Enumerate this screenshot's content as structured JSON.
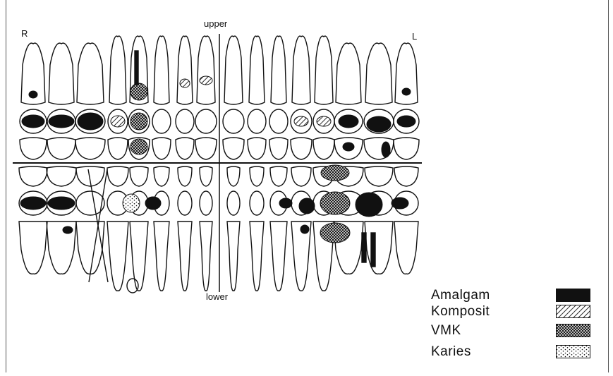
{
  "labels": {
    "upper": "upper",
    "lower": "lower",
    "right": "R",
    "left": "L"
  },
  "legend": [
    {
      "label": "Amalgam",
      "pattern": "solid"
    },
    {
      "label": "Komposit",
      "pattern": "hatch"
    },
    {
      "label": "VMK",
      "pattern": "crosshatch"
    },
    {
      "label": "Karies",
      "pattern": "dots"
    }
  ],
  "colors": {
    "ink": "#111111",
    "background": "#ffffff"
  }
}
